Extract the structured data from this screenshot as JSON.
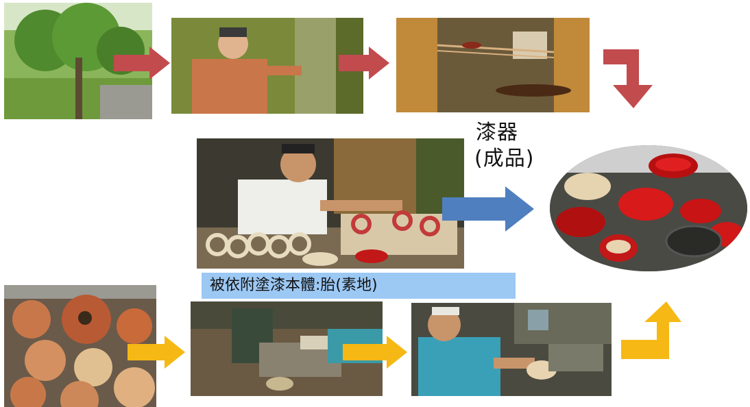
{
  "labels": {
    "finished_line1": "漆器",
    "finished_line2": "(成品)",
    "base_body": "被依附塗漆本體:胎(素地)"
  },
  "colors": {
    "red_arrow": "#c24b4e",
    "blue_arrow": "#4f7fbf",
    "yellow_arrow": "#f6b814",
    "banner_bg": "#9cc8f4"
  },
  "icons": {
    "flow_red": "arrow-right-red",
    "flow_red_turn": "arrow-turn-down-red",
    "flow_blue": "arrow-right-blue",
    "flow_yellow": "arrow-right-yellow",
    "flow_yellow_turn": "arrow-turn-up-yellow"
  }
}
